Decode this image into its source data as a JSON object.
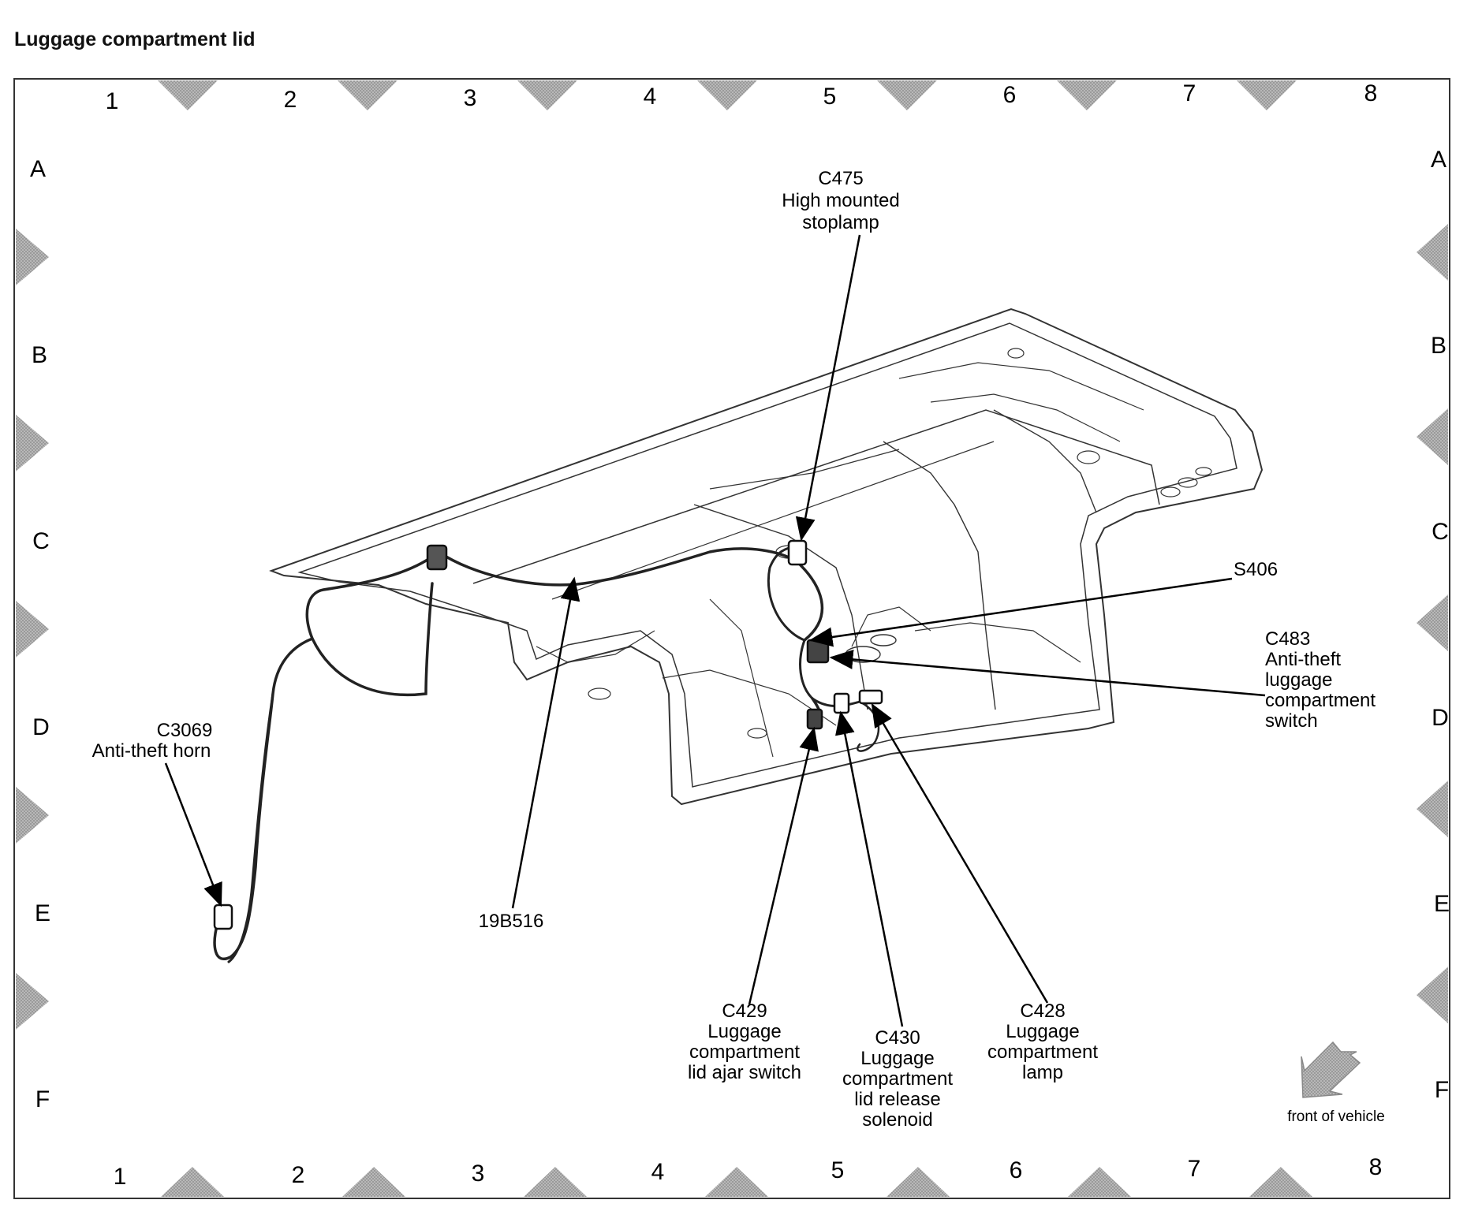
{
  "title": "Luggage compartment lid",
  "grid": {
    "columns": [
      "1",
      "2",
      "3",
      "4",
      "5",
      "6",
      "7",
      "8"
    ],
    "rows": [
      "A",
      "B",
      "C",
      "D",
      "E",
      "F"
    ]
  },
  "callouts": {
    "c475": [
      "C475",
      "High mounted",
      "stoplamp"
    ],
    "s406": [
      "S406"
    ],
    "c483": [
      "C483",
      "Anti-theft",
      "luggage",
      "compartment",
      "switch"
    ],
    "c3069": [
      "C3069",
      "Anti-theft horn"
    ],
    "harness": [
      "19B516"
    ],
    "c429": [
      "C429",
      "Luggage",
      "compartment",
      "lid ajar switch"
    ],
    "c430": [
      "C430",
      "Luggage",
      "compartment",
      "lid release",
      "solenoid"
    ],
    "c428": [
      "C428",
      "Luggage",
      "compartment",
      "lamp"
    ]
  },
  "front_label": "front of vehicle"
}
